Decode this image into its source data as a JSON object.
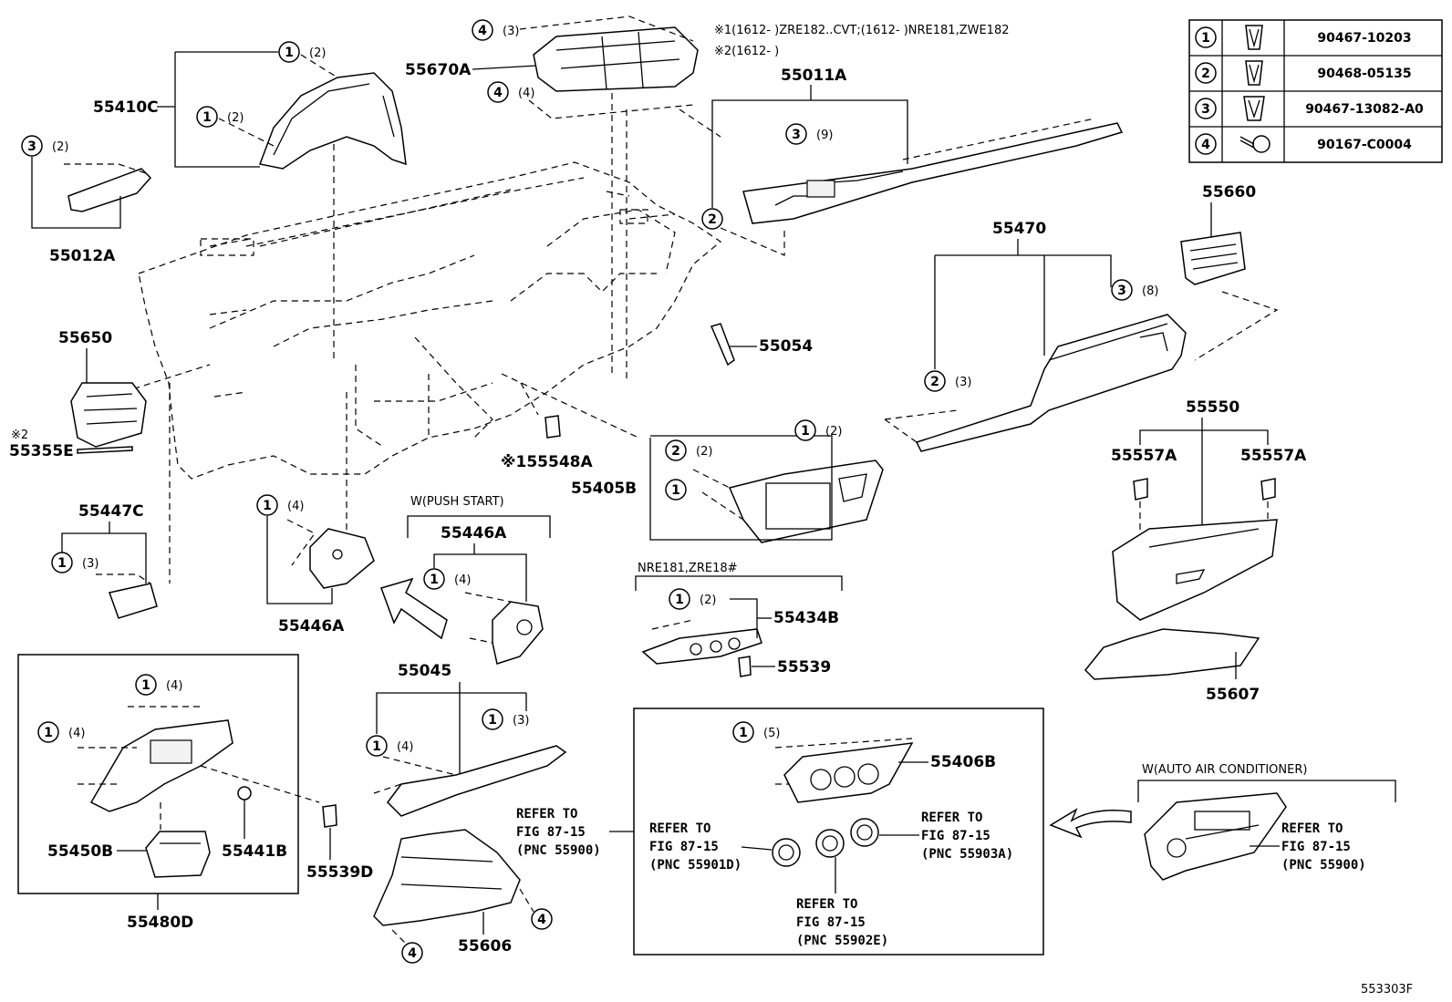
{
  "parts": {
    "p55410C": "55410C",
    "p55012A": "55012A",
    "p55670A": "55670A",
    "p55011A": "55011A",
    "p55650": "55650",
    "p55355E": "55355E",
    "mark2": "※2",
    "p55447C": "55447C",
    "p55446A_left": "55446A",
    "p55446A_push": "55446A",
    "p55054": "55054",
    "p55548A": "※155548A",
    "p55405B": "55405B",
    "p55470": "55470",
    "p55660": "55660",
    "p55550": "55550",
    "p55557A_l": "55557A",
    "p55557A_r": "55557A",
    "p55607": "55607",
    "p55434B": "55434B",
    "p55539": "55539",
    "p55045": "55045",
    "p55450B": "55450B",
    "p55441B": "55441B",
    "p55480D": "55480D",
    "p55539D": "55539D",
    "p55606": "55606",
    "p55406B": "55406B"
  },
  "callouts": {
    "c1": "1",
    "c2": "2",
    "c3": "3",
    "c4": "4",
    "q2": "(2)",
    "q3": "(3)",
    "q4": "(4)",
    "q5": "(5)",
    "q8": "(8)",
    "q9": "(9)"
  },
  "notes": {
    "note1": "※1(1612-          )ZRE182..CVT;(1612-          )NRE181,ZWE182",
    "note2": "※2(1612-          )",
    "push_start": "W(PUSH  START)",
    "nre_label": "NRE181,ZRE18#",
    "auto_ac": "W(AUTO AIR CONDITIONER)",
    "figure_id": "553303F"
  },
  "refs": {
    "refer_to": "REFER TO",
    "fig": "FIG 87-15",
    "pnc_55900": "(PNC 55900)",
    "pnc_55901D": "(PNC 55901D)",
    "pnc_55902E": "(PNC 55902E)",
    "pnc_55903A": "(PNC 55903A)",
    "fig_dash": "FIG 87-15"
  },
  "legend": {
    "rows": [
      {
        "num": "1",
        "icon": "clip-icon",
        "part": "90467-10203"
      },
      {
        "num": "2",
        "icon": "clip-icon",
        "part": "90468-05135"
      },
      {
        "num": "3",
        "icon": "clip-icon",
        "part": "90467-13082-A0"
      },
      {
        "num": "4",
        "icon": "screw-icon",
        "part": "90167-C0004"
      }
    ]
  }
}
